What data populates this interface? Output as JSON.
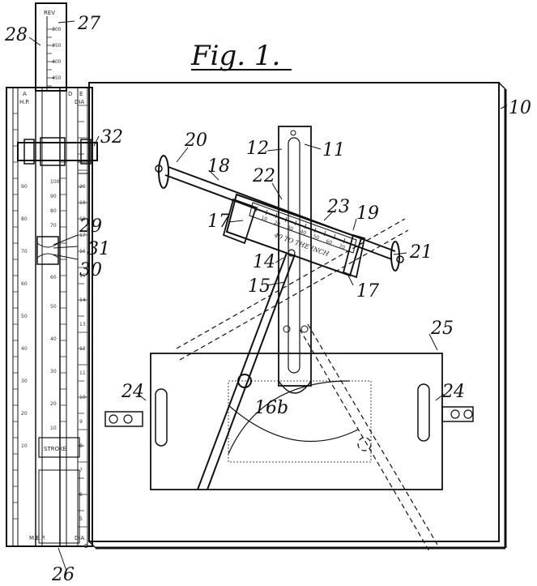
{
  "figure": {
    "title": "Fig. 1."
  },
  "reference_numerals": {
    "n10": "10",
    "n11": "11",
    "n12": "12",
    "n14": "14",
    "n15": "15",
    "n16b": "16b",
    "n17a": "17",
    "n17b": "17",
    "n18": "18",
    "n19": "19",
    "n20": "20",
    "n21": "21",
    "n22": "22",
    "n23": "23",
    "n24a": "24",
    "n24b": "24",
    "n25": "25",
    "n26": "26",
    "n27": "27",
    "n28": "28",
    "n29": "29",
    "n30": "30",
    "n31": "31",
    "n32": "32"
  },
  "scale_labels": {
    "rev": "REV",
    "a": "A",
    "hp": "H.P.",
    "d": "D",
    "e": "E",
    "dia_top": "DIA",
    "stroke": "STROKE",
    "mep": "M.E.P.",
    "dia_bottom": "DIA",
    "b": "B",
    "ruler_caption": "40 TO THE INCH"
  },
  "top_scale_ticks": [
    "300",
    "350",
    "400",
    "450"
  ],
  "left_scale_ticks": [
    "90",
    "80",
    "70",
    "60",
    "50",
    "40",
    "30",
    "20",
    "10"
  ],
  "mid_scale_ticks": [
    "100",
    "90",
    "80",
    "70",
    "60",
    "50",
    "40",
    "30",
    "20",
    "10"
  ],
  "right_scale_ticks": [
    "20",
    "19",
    "18",
    "17",
    "16",
    "15",
    "14",
    "13",
    "12",
    "11",
    "10",
    "9",
    "8",
    "7",
    "6",
    "5"
  ],
  "ruler_ticks": [
    "10",
    "20",
    "30",
    "40",
    "50",
    "60",
    "70"
  ]
}
